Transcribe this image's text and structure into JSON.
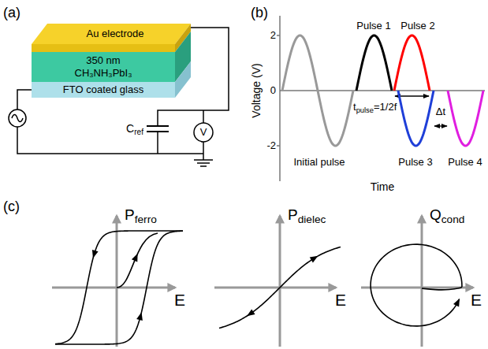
{
  "diagram": {
    "nodes": [
      {
        "text": [
          "Au electrode"
        ]
      },
      {
        "text": [
          "350 nm CH₃NH₃PbI₃"
        ]
      },
      {
        "text": [
          "FTO coated glass"
        ]
      }
    ],
    "labels": [
      "(a)",
      "(b)",
      "(c)",
      "C",
      "ref",
      "V",
      "Voltage (V)",
      "2",
      "0",
      "-2",
      "Time",
      "Initial pulse",
      "Pulse 1",
      "Pulse 2",
      "Pulse 3",
      "Pulse 4",
      "t",
      "pulse",
      "=1/2f",
      "Δt",
      "P",
      "ferro",
      "E",
      "P",
      "dielec",
      "E",
      "Q",
      "cond",
      "E"
    ]
  }
}
